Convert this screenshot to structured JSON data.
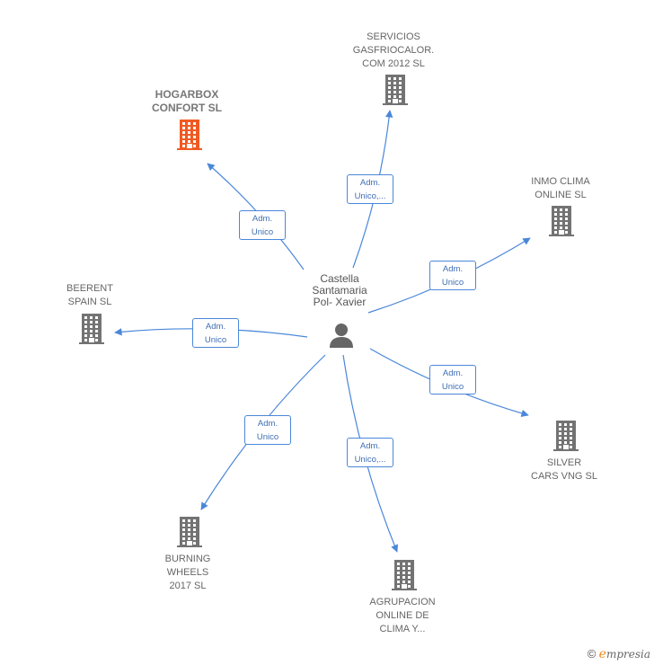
{
  "center": {
    "name": "Castella\nSantamaria\nPol-  Xavier",
    "icon": "person-icon"
  },
  "companies": [
    {
      "id": "hogarbox",
      "name": "HOGARBOX\nCONFORT  SL",
      "highlight": true,
      "edge_label": "Adm.\nUnico"
    },
    {
      "id": "servicios",
      "name": "SERVICIOS\nGASFRIOCALOR.\nCOM 2012 SL",
      "highlight": false,
      "edge_label": "Adm.\nUnico,..."
    },
    {
      "id": "inmo",
      "name": "INMO CLIMA\nONLINE  SL",
      "highlight": false,
      "edge_label": "Adm.\nUnico"
    },
    {
      "id": "beerent",
      "name": "BEERENT\nSPAIN  SL",
      "highlight": false,
      "edge_label": "Adm.\nUnico"
    },
    {
      "id": "silver",
      "name": "SILVER\nCARS VNG  SL",
      "highlight": false,
      "edge_label": "Adm.\nUnico"
    },
    {
      "id": "burning",
      "name": "BURNING\nWHEELS\n2017  SL",
      "highlight": false,
      "edge_label": "Adm.\nUnico"
    },
    {
      "id": "agrupacion",
      "name": "AGRUPACION\nONLINE DE\nCLIMA Y...",
      "highlight": false,
      "edge_label": "Adm.\nUnico,..."
    }
  ],
  "colors": {
    "edge": "#4a87d9",
    "building": "#737373",
    "building_highlight": "#f05a22",
    "person": "#666666"
  },
  "footer": {
    "copyright": "©",
    "brand_initial": "e",
    "brand_rest": "mpresia"
  }
}
